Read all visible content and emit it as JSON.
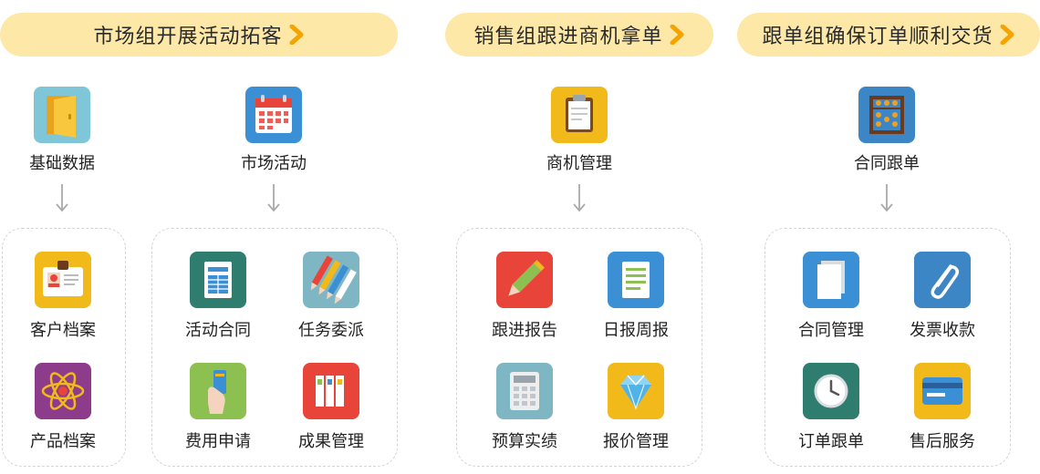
{
  "stages": [
    {
      "id": "market",
      "title": "市场组开展活动拓客"
    },
    {
      "id": "sales",
      "title": "销售组跟进商机拿单"
    },
    {
      "id": "deliver",
      "title": "跟单组确保订单顺利交货"
    }
  ],
  "top_nodes": {
    "basic_data": {
      "label": "基础数据",
      "icon": "folder-icon"
    },
    "market_activity": {
      "label": "市场活动",
      "icon": "calendar-icon"
    },
    "opportunity": {
      "label": "商机管理",
      "icon": "clipboard-icon"
    },
    "contract_follow": {
      "label": "合同跟单",
      "icon": "abacus-icon"
    }
  },
  "items": {
    "customer_file": {
      "label": "客户档案",
      "icon": "id-badge-icon"
    },
    "product_file": {
      "label": "产品档案",
      "icon": "atom-icon"
    },
    "activity_contract": {
      "label": "活动合同",
      "icon": "document-icon"
    },
    "task_assign": {
      "label": "任务委派",
      "icon": "pencils-icon"
    },
    "expense_request": {
      "label": "费用申请",
      "icon": "card-hand-icon"
    },
    "result_manage": {
      "label": "成果管理",
      "icon": "binders-icon"
    },
    "followup_report": {
      "label": "跟进报告",
      "icon": "pencil-icon"
    },
    "daily_report": {
      "label": "日报周报",
      "icon": "report-icon"
    },
    "budget_perf": {
      "label": "预算实绩",
      "icon": "calculator-icon"
    },
    "quote_manage": {
      "label": "报价管理",
      "icon": "diamond-icon"
    },
    "contract_manage": {
      "label": "合同管理",
      "icon": "papers-icon"
    },
    "invoice_payment": {
      "label": "发票收款",
      "icon": "paperclip-icon"
    },
    "order_follow": {
      "label": "订单跟单",
      "icon": "clock-icon"
    },
    "after_sales": {
      "label": "售后服务",
      "icon": "credit-card-icon"
    }
  },
  "colors": {
    "pill_bg": "#fde8a7",
    "chevron": "#f5a300",
    "dashed_border": "#d4d4d4",
    "arrow": "#aaaaaa"
  }
}
